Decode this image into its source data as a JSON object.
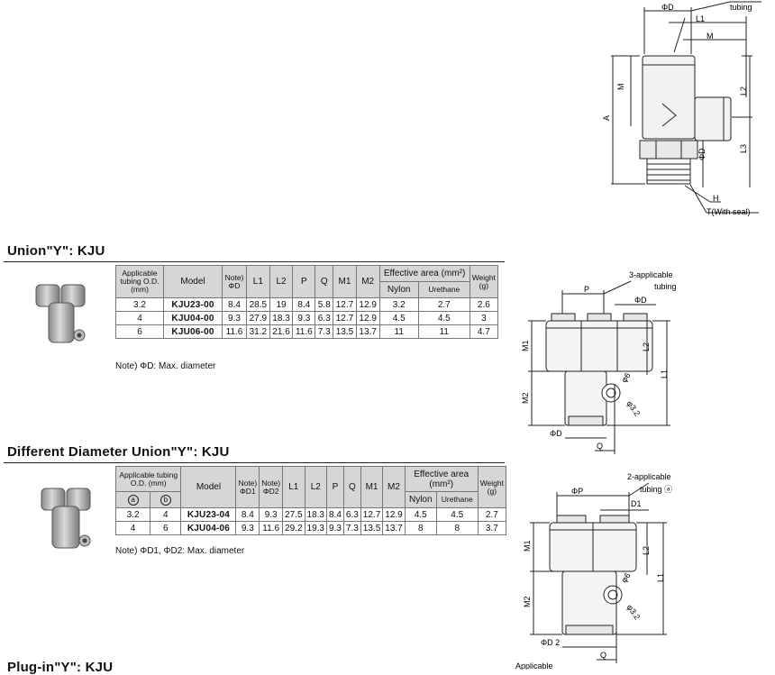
{
  "top_drawing": {
    "labels": {
      "phi_d": "ΦD",
      "tubing": "tubing",
      "l1": "L1",
      "m": "M",
      "l2": "L2",
      "a": "A",
      "l3": "L3",
      "h": "H",
      "t": "T(With seal)"
    }
  },
  "section1": {
    "title": "Union\"Y\": KJU",
    "headers": {
      "applicable": "Applicable tubing O.D. (mm)",
      "model": "Model",
      "phi_d": "Note) ΦD",
      "l1": "L1",
      "l2": "L2",
      "p": "P",
      "q": "Q",
      "m1": "M1",
      "m2": "M2",
      "effective_area": "Effective area (mm²)",
      "nylon": "Nylon",
      "urethane": "Urethane",
      "weight": "Weight (g)"
    },
    "rows": [
      {
        "od": "3.2",
        "model": "KJU23-00",
        "d": "8.4",
        "l1": "28.5",
        "l2": "19",
        "p": "8.4",
        "q": "5.8",
        "m1": "12.7",
        "m2": "12.9",
        "nylon": "3.2",
        "urethane": "2.7",
        "weight": "2.6"
      },
      {
        "od": "4",
        "model": "KJU04-00",
        "d": "9.3",
        "l1": "27.9",
        "l2": "18.3",
        "p": "9.3",
        "q": "6.3",
        "m1": "12.7",
        "m2": "12.9",
        "nylon": "4.5",
        "urethane": "4.5",
        "weight": "3"
      },
      {
        "od": "6",
        "model": "KJU06-00",
        "d": "11.6",
        "l1": "31.2",
        "l2": "21.6",
        "p": "11.6",
        "q": "7.3",
        "m1": "13.5",
        "m2": "13.7",
        "nylon": "11",
        "urethane": "11",
        "weight": "4.7"
      }
    ],
    "note": "Note) ΦD: Max. diameter",
    "drawing": {
      "applicable": "3-applicable",
      "tubing": "tubing",
      "p": "P",
      "phi_d": "ΦD",
      "m1": "M1",
      "m2": "M2",
      "l1": "L1",
      "l2": "L2",
      "phi6": "φ6",
      "phi32": "φ3.2",
      "phi_d_bottom": "ΦD",
      "q": "Q"
    }
  },
  "section2": {
    "title": "Different Diameter Union\"Y\": KJU",
    "headers": {
      "applicable": "Applicable tubing O.D. (mm)",
      "a": "a",
      "b": "b",
      "model": "Model",
      "d1": "Note) ΦD1",
      "d2": "Note) ΦD2",
      "l1": "L1",
      "l2": "L2",
      "p": "P",
      "q": "Q",
      "m1": "M1",
      "m2": "M2",
      "effective_area": "Effective area (mm²)",
      "nylon": "Nylon",
      "urethane": "Urethane",
      "weight": "Weight (g)"
    },
    "rows": [
      {
        "a": "3.2",
        "b": "4",
        "model": "KJU23-04",
        "d1": "8.4",
        "d2": "9.3",
        "l1": "27.5",
        "l2": "18.3",
        "p": "8.4",
        "q": "6.3",
        "m1": "12.7",
        "m2": "12.9",
        "nylon": "4.5",
        "urethane": "4.5",
        "weight": "2.7"
      },
      {
        "a": "4",
        "b": "6",
        "model": "KJU04-06",
        "d1": "9.3",
        "d2": "11.6",
        "l1": "29.2",
        "l2": "19.3",
        "p": "9.3",
        "q": "7.3",
        "m1": "13.5",
        "m2": "13.7",
        "nylon": "8",
        "urethane": "8",
        "weight": "3.7"
      }
    ],
    "note": "Note) ΦD1, ΦD2: Max. diameter",
    "drawing": {
      "applicable": "2-applicable",
      "tubing": "tubing ⓐ",
      "phi_p": "ΦP",
      "d1": "D1",
      "m1": "M1",
      "m2": "M2",
      "l1": "L1",
      "l2": "L2",
      "phi6": "φ6",
      "phi32": "φ3.2",
      "phi_d2": "ΦD 2",
      "q": "Q",
      "applicable_bottom": "Applicable"
    }
  },
  "section3": {
    "title": "Plug-in\"Y\": KJU"
  }
}
